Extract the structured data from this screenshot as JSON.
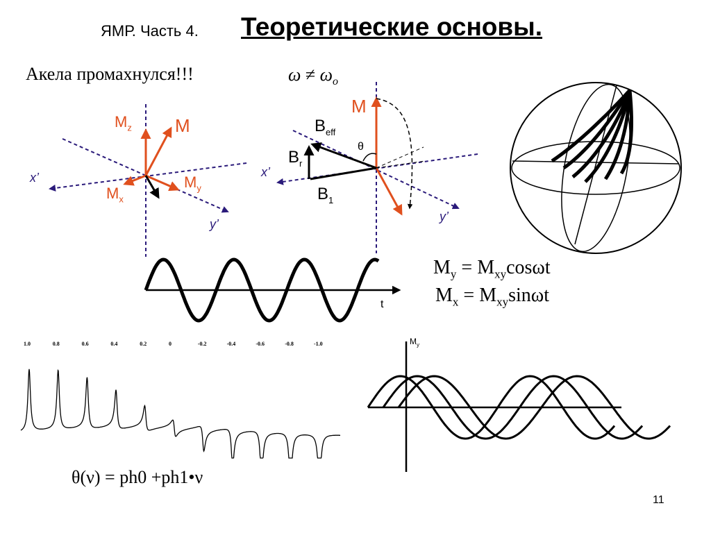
{
  "header": {
    "prefix": "ЯМР. Часть 4.",
    "title": "Теоретические основы."
  },
  "subtitle": "Акела промахнулся!!!",
  "omega_relation": {
    "left": "ω",
    "neq": "≠",
    "right": "ω",
    "sub": "o"
  },
  "left_diagram": {
    "m": "M",
    "mz": "M",
    "mz_sub": "z",
    "mx": "M",
    "mx_sub": "x",
    "my": "M",
    "my_sub": "y",
    "xaxis": "x’",
    "yaxis": "y’"
  },
  "mid_diagram": {
    "m": "M",
    "beff": "B",
    "beff_sub": "eff",
    "br": "B",
    "br_sub": "r",
    "b1": "B",
    "b1_sub": "1",
    "theta": "θ",
    "xaxis": "x’",
    "yaxis": "y’"
  },
  "wave": {
    "t_label": "t"
  },
  "equations": {
    "eq1": {
      "lhs": "M",
      "lhs_sub": "y",
      "eq": " = M",
      "rhs_sub": "xy",
      "rhs": "cosωt"
    },
    "eq2": {
      "lhs": "M",
      "lhs_sub": "x",
      "eq": " = M",
      "rhs_sub": "xy",
      "rhs": "sinωt"
    }
  },
  "spectrum": {
    "labels": [
      "1.0",
      "0.8",
      "0.6",
      "0.4",
      "0.2",
      "0",
      "-0.2",
      "-0.4",
      "-0.6",
      "-0.8",
      "-1.0"
    ],
    "formula": "θ(ν) = ph0 +ph1•ν"
  },
  "phase_plot": {
    "ylabel": "M",
    "ylabel_sub": "y"
  },
  "page_number": "11",
  "colors": {
    "vector": "#e0501e",
    "axis": "#2a1a7a",
    "ink": "#000000"
  }
}
